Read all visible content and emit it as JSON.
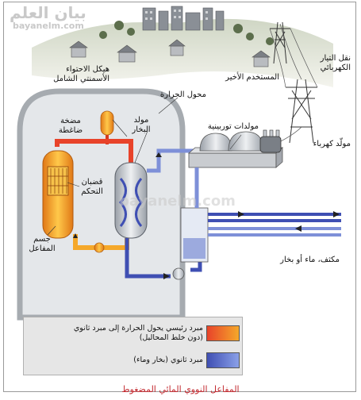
{
  "watermark": {
    "logo_ar": "بيان العلم",
    "logo_url": "bayanelm.com",
    "center_url": "bayanelm.com"
  },
  "labels": {
    "containment": "هيكل الاحتواء\nالأسمنتي الشامل",
    "heat_exchanger": "محول الحرارة",
    "end_user": "المستخدم الأخير",
    "power_line": "نقل التيار\nالكهربائي",
    "pressurizer": "مضخة\nضاغطة",
    "steam_generator": "مولد\nالبخار",
    "turbine_generators": "مولدات توربينية",
    "electric_generator": "مولّد كهرباء",
    "control_rods": "قضبان\nالتحكم",
    "reactor_body": "جسم\nالمفاعل",
    "condenser": "مكثف، ماء أو بخار"
  },
  "legend": [
    {
      "text": "مبرد رئيسي يحول الحرارة إلى مبرد ثانوي\n(دون خلط المحاليل)",
      "color": "#f0812c"
    },
    {
      "text": "مبرد ثانوي (بخار وماء)",
      "color": "#3f4fb3"
    }
  ],
  "caption": "المفاعل النووي المائي المضغوط",
  "colors": {
    "primary": "#e8432a",
    "secondary": "#3f4fb3",
    "reactor": "#f5a82a"
  }
}
